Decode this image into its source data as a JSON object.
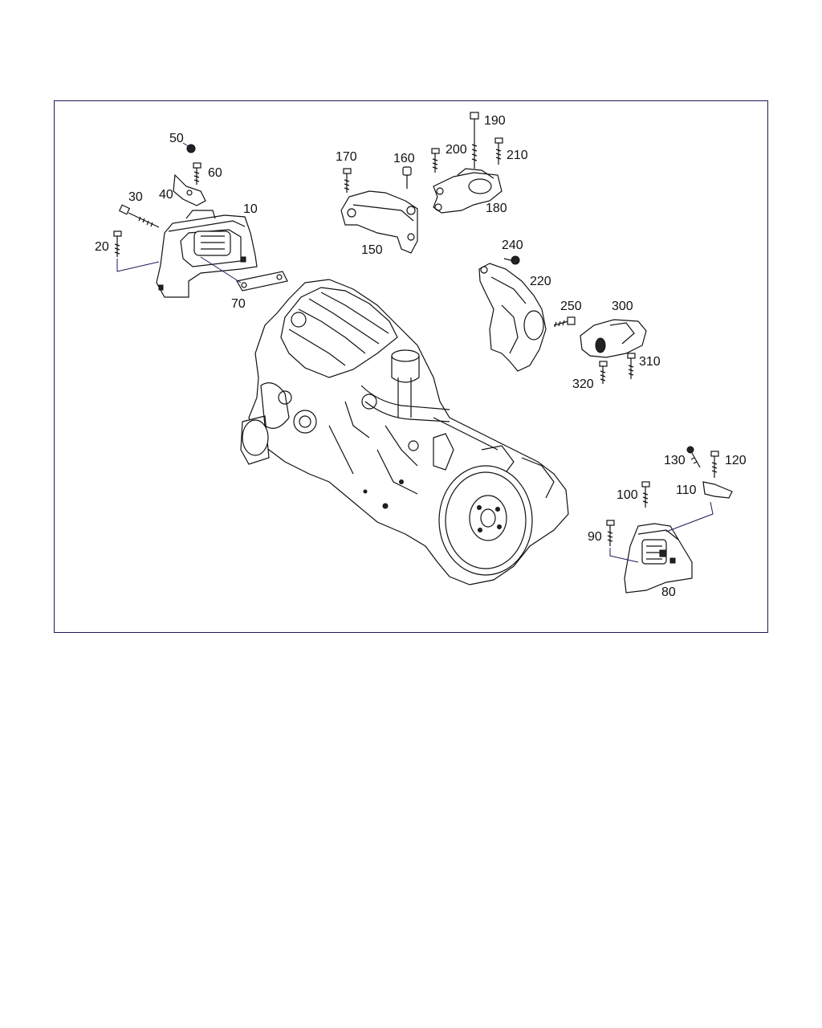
{
  "diagram": {
    "border_color": "#1a1a5a",
    "callouts": [
      "10",
      "20",
      "30",
      "40",
      "50",
      "60",
      "70",
      "80",
      "90",
      "100",
      "110",
      "120",
      "130",
      "150",
      "160",
      "170",
      "180",
      "190",
      "200",
      "210",
      "220",
      "240",
      "250",
      "300",
      "310",
      "320"
    ]
  }
}
